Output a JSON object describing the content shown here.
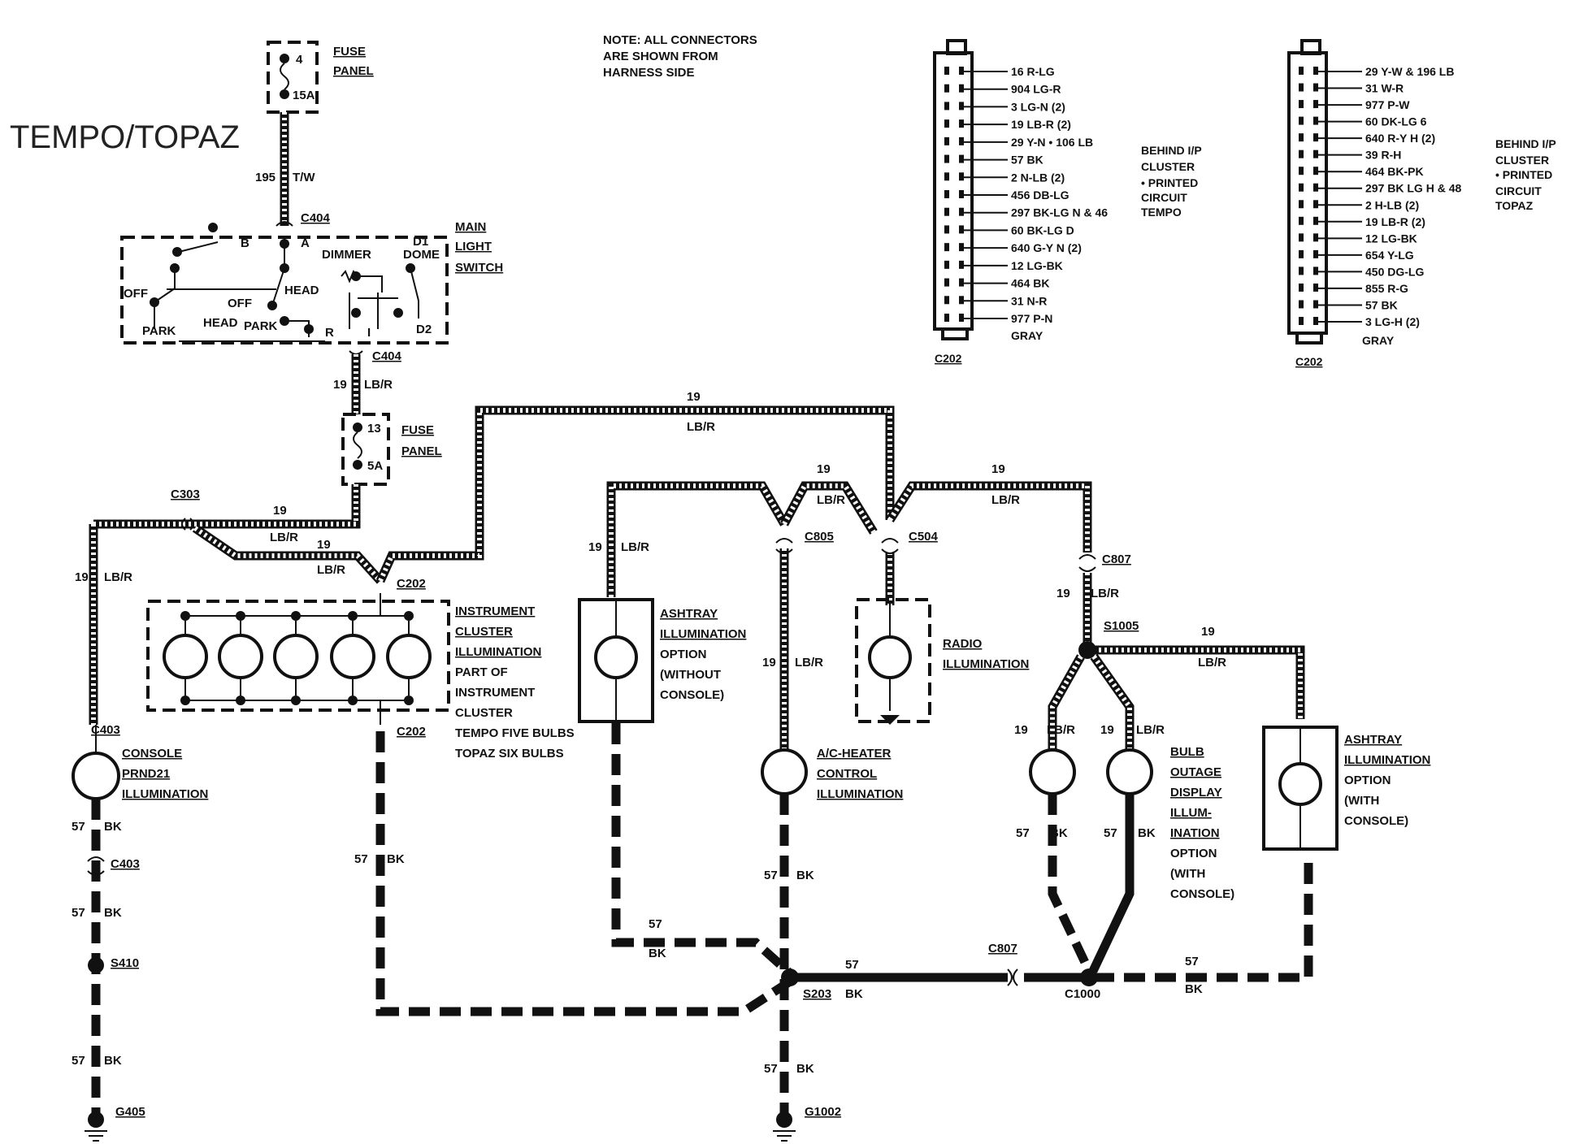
{
  "title": "TEMPO/TOPAZ",
  "note": {
    "line1": "NOTE: ALL CONNECTORS",
    "line2": "ARE SHOWN FROM",
    "line3": "HARNESS SIDE"
  },
  "fuse_top": {
    "num": "4",
    "amp": "15A",
    "l1": "FUSE",
    "l2": "PANEL"
  },
  "fuse_mid": {
    "num": "13",
    "amp": "5A",
    "l1": "FUSE",
    "l2": "PANEL"
  },
  "main_switch": {
    "l1": "MAIN",
    "l2": "LIGHT",
    "l3": "SWITCH",
    "b": "B",
    "a": "A",
    "dimmer": "DIMMER",
    "d1": "D1",
    "dome": "DOME",
    "off": "OFF",
    "head": "HEAD",
    "park": "PARK",
    "r": "R",
    "i": "I",
    "d2": "D2"
  },
  "wires": {
    "w195": "195",
    "tw": "T/W",
    "w19": "19",
    "lbr": "LB/R",
    "w57": "57",
    "bk": "BK"
  },
  "connectors": {
    "c404": "C404",
    "c303": "C303",
    "c202": "C202",
    "c805": "C805",
    "c504": "C504",
    "c807": "C807",
    "c403": "C403",
    "s1005": "S1005",
    "s410": "S410",
    "s203": "S203",
    "c1000": "C1000",
    "g405": "G405",
    "g1002": "G1002"
  },
  "cluster": {
    "l1": "INSTRUMENT",
    "l2": "CLUSTER",
    "l3": "ILLUMINATION",
    "l4": "PART OF",
    "l5": "INSTRUMENT",
    "l6": "CLUSTER",
    "l7": "TEMPO FIVE BULBS",
    "l8": "TOPAZ SIX BULBS"
  },
  "ashtray1": {
    "l1": "ASHTRAY",
    "l2": "ILLUMINATION",
    "l3": "OPTION",
    "l4": "(WITHOUT",
    "l5": "CONSOLE)"
  },
  "radio": {
    "l1": "RADIO",
    "l2": "ILLUMINATION"
  },
  "ac": {
    "l1": "A/C-HEATER",
    "l2": "CONTROL",
    "l3": "ILLUMINATION"
  },
  "console": {
    "l1": "CONSOLE",
    "l2": "PRND21",
    "l3": "ILLUMINATION"
  },
  "bulb_outage": {
    "l1": "BULB",
    "l2": "OUTAGE",
    "l3": "DISPLAY",
    "l4": "ILLUM-",
    "l5": "INATION",
    "l6": "OPTION",
    "l7": "(WITH",
    "l8": "CONSOLE)"
  },
  "ashtray2": {
    "l1": "ASHTRAY",
    "l2": "ILLUMINATION",
    "l3": "OPTION",
    "l4": "(WITH",
    "l5": "CONSOLE)"
  },
  "c202_tempo": {
    "name": "C202",
    "gray": "GRAY",
    "desc": [
      "BEHIND I/P",
      "CLUSTER",
      "• PRINTED",
      "CIRCUIT",
      "TEMPO"
    ],
    "pins": [
      "16 R-LG",
      "904 LG-R",
      "3 LG-N (2)",
      "19 LB-R (2)",
      "29 Y-N • 106 LB",
      "57 BK",
      "2 N-LB (2)",
      "456 DB-LG",
      "297 BK-LG N & 46",
      "60 BK-LG D",
      "640 G-Y N (2)",
      "12 LG-BK",
      "464 BK",
      "31 N-R",
      "977 P-N"
    ]
  },
  "c202_topaz": {
    "name": "C202",
    "gray": "GRAY",
    "desc": [
      "BEHIND I/P",
      "CLUSTER",
      "• PRINTED",
      "CIRCUIT",
      "TOPAZ"
    ],
    "pins": [
      "29 Y-W & 196 LB",
      "31 W-R",
      "977 P-W",
      "60 DK-LG 6",
      "640 R-Y H (2)",
      "39 R-H",
      "464 BK-PK",
      "297 BK LG H & 48",
      "2 H-LB (2)",
      "19 LB-R (2)",
      "12 LG-BK",
      "654 Y-LG",
      "450 DG-LG",
      "855 R-G",
      "57 BK",
      "3 LG-H (2)"
    ]
  }
}
